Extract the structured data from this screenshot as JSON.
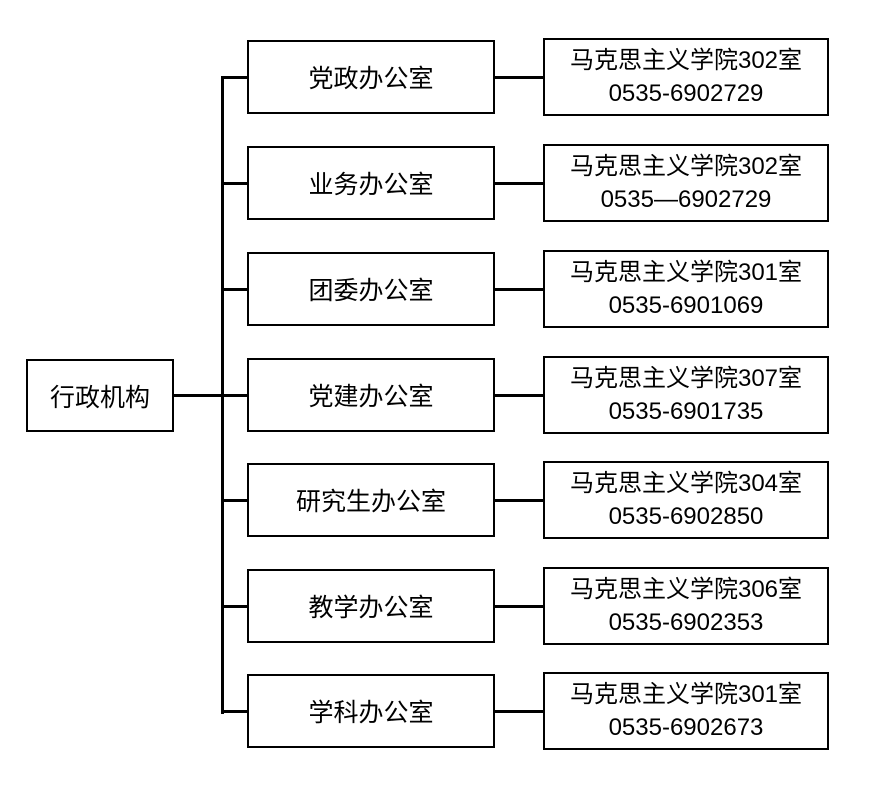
{
  "diagram": {
    "title_hidden": "",
    "root": {
      "label": "行政机构"
    },
    "rows": [
      {
        "office": "党政办公室",
        "location": "马克思主义学院302室",
        "phone": "0535-6902729"
      },
      {
        "office": "业务办公室",
        "location": "马克思主义学院302室",
        "phone": "0535—6902729"
      },
      {
        "office": "团委办公室",
        "location": "马克思主义学院301室",
        "phone": "0535-6901069"
      },
      {
        "office": "党建办公室",
        "location": "马克思主义学院307室",
        "phone": "0535-6901735"
      },
      {
        "office": "研究生办公室",
        "location": "马克思主义学院304室",
        "phone": "0535-6902850"
      },
      {
        "office": "教学办公室",
        "location": "马克思主义学院306室",
        "phone": "0535-6902353"
      },
      {
        "office": "学科办公室",
        "location": "马克思主义学院301室",
        "phone": "0535-6902673"
      }
    ],
    "colors": {
      "line": "#000000",
      "background": "#ffffff",
      "text": "#000000"
    }
  }
}
